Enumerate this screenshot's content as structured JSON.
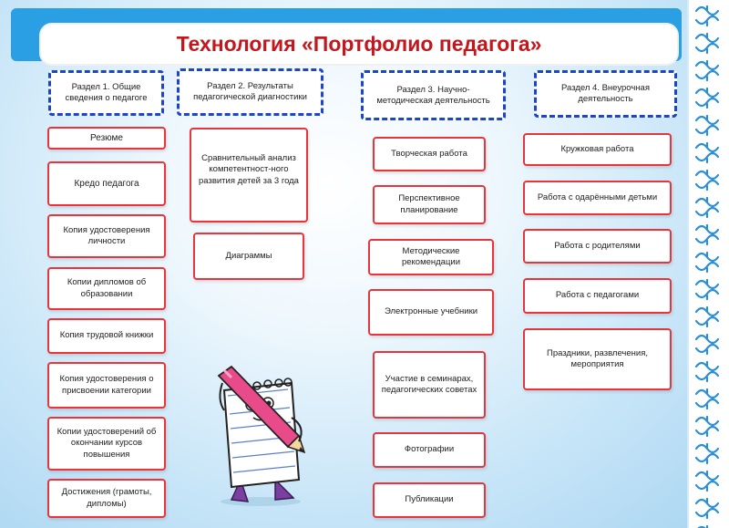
{
  "title": "Технология «Портфолио педагога»",
  "colors": {
    "title_bar": "#2a9fe3",
    "title_text": "#c4161c",
    "header_border": "#1c46c8",
    "box_border": "#e8343a"
  },
  "sections": [
    {
      "header": "Раздел 1. Общие сведения о педагоге",
      "items": [
        "Резюме",
        "Кредо педагога",
        "Копия удостоверения личности",
        "Копии дипломов об образовании",
        "Копия трудовой книжки",
        "Копия удостоверения о присвоении категории",
        "Копии удостоверений об окончании курсов повышения",
        "Достижения (грамоты, дипломы)"
      ]
    },
    {
      "header": "Раздел 2. Результаты педагогической диагностики",
      "items": [
        "Сравнительный анализ компетентност-ного развития детей за 3 года",
        "Диаграммы"
      ]
    },
    {
      "header": "Раздел 3. Научно-методическая деятельность",
      "items": [
        "Творческая работа",
        "Перспективное планирование",
        "Методические рекомендации",
        "Электронные учебники",
        "Участие в семинарах, педагогических советах",
        "Фотографии",
        "Публикации"
      ]
    },
    {
      "header": "Раздел 4. Внеурочная деятельность",
      "items": [
        "Кружковая работа",
        "Работа с одарёнными детьми",
        "Работа с родителями",
        "Работа с педагогами",
        "Праздники, развлечения, мероприятия"
      ]
    }
  ],
  "illustration": "notepad-with-pen-clipart",
  "ornament": "decorative-border-ornament"
}
